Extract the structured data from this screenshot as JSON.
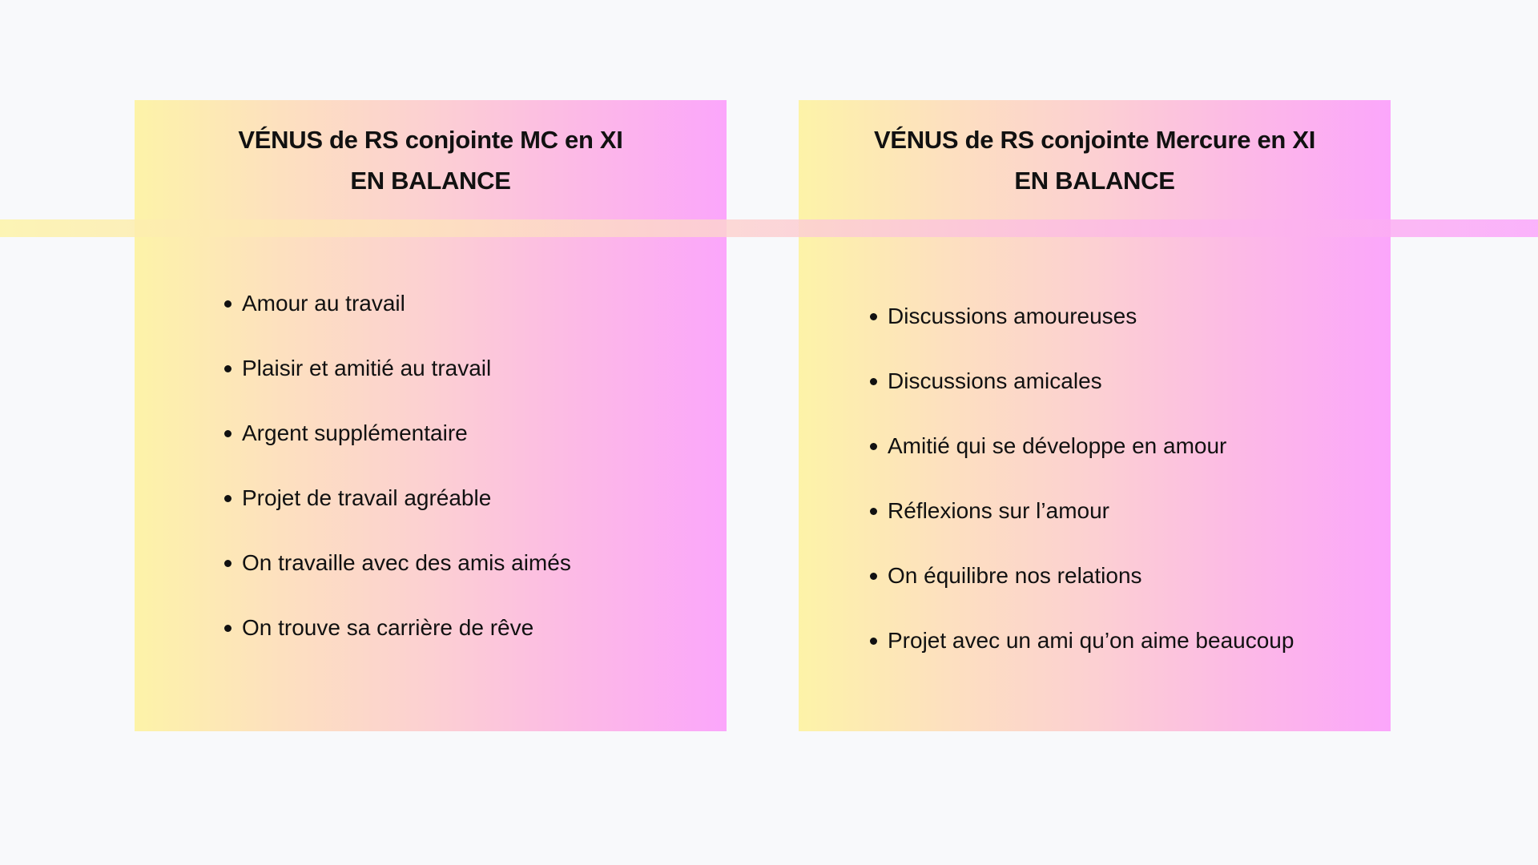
{
  "left_card": {
    "title_line1": "VÉNUS de RS conjointe MC en XI",
    "title_line2": "EN BALANCE",
    "items": [
      "Amour au travail",
      "Plaisir et amitié au travail",
      "Argent supplémentaire",
      "Projet de travail agréable",
      "On travaille avec des amis aimés",
      "On trouve sa carrière de rêve"
    ]
  },
  "right_card": {
    "title_line1": "VÉNUS de RS conjointe Mercure en XI",
    "title_line2": "EN BALANCE",
    "items": [
      "Discussions amoureuses",
      "Discussions amicales",
      "Amitié qui se développe en amour",
      "Réflexions sur l’amour",
      "On équilibre nos relations",
      "Projet avec un ami qu’on aime beaucoup"
    ]
  },
  "colors": {
    "gradient_start": "#fdf3a8",
    "gradient_end": "#fba6fb",
    "background": "#f8f9fb"
  }
}
